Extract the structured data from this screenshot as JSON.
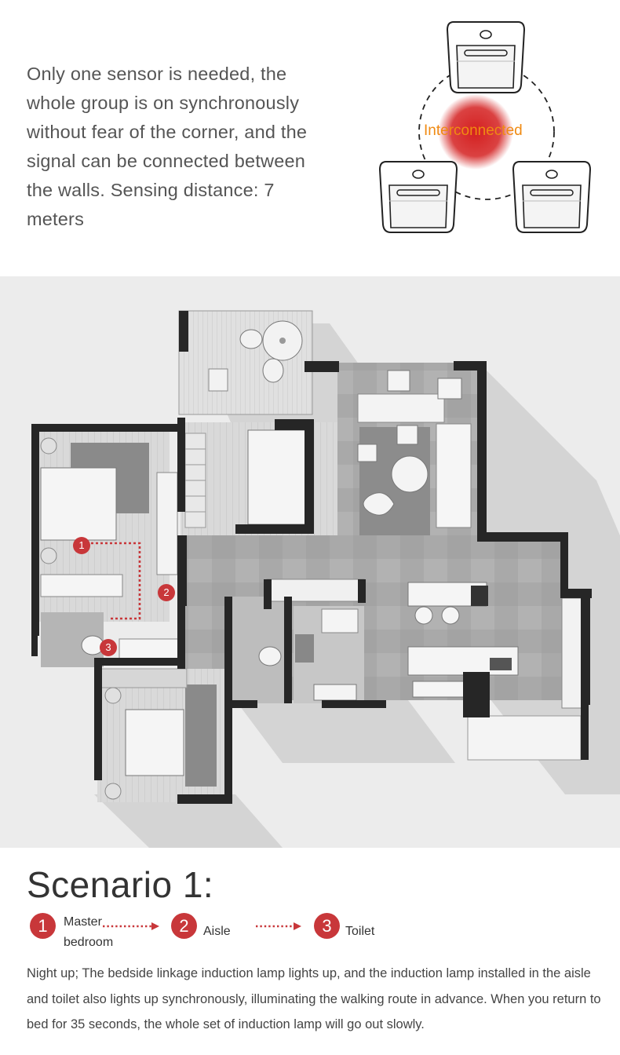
{
  "intro": {
    "text": "Only one sensor is needed, the whole group is on synchronously without fear of the corner, and the signal can be connected between the walls. Sensing distance: 7 meters"
  },
  "diagram": {
    "label": "Interconnected",
    "label_color": "#f08a12",
    "glow_color": "#d42020",
    "device_icon": "sensor-light-icon"
  },
  "floor_plan": {
    "markers": [
      "1",
      "2",
      "3"
    ],
    "route_color": "#c8373a"
  },
  "scenario": {
    "title": "Scenario 1:",
    "steps": [
      {
        "number": "1",
        "label": "Master bedroom"
      },
      {
        "number": "2",
        "label": "Aisle"
      },
      {
        "number": "3",
        "label": "Toilet"
      }
    ],
    "arrow_icon": "dotted-arrow-icon",
    "accent_color": "#c8373a",
    "description": "Night up; The bedside linkage induction lamp lights up, and the induction lamp installed in the aisle and toilet also lights up synchronously, illuminating the walking route in advance. When you return to bed for 35 seconds, the whole set of induction lamp will go out slowly."
  }
}
